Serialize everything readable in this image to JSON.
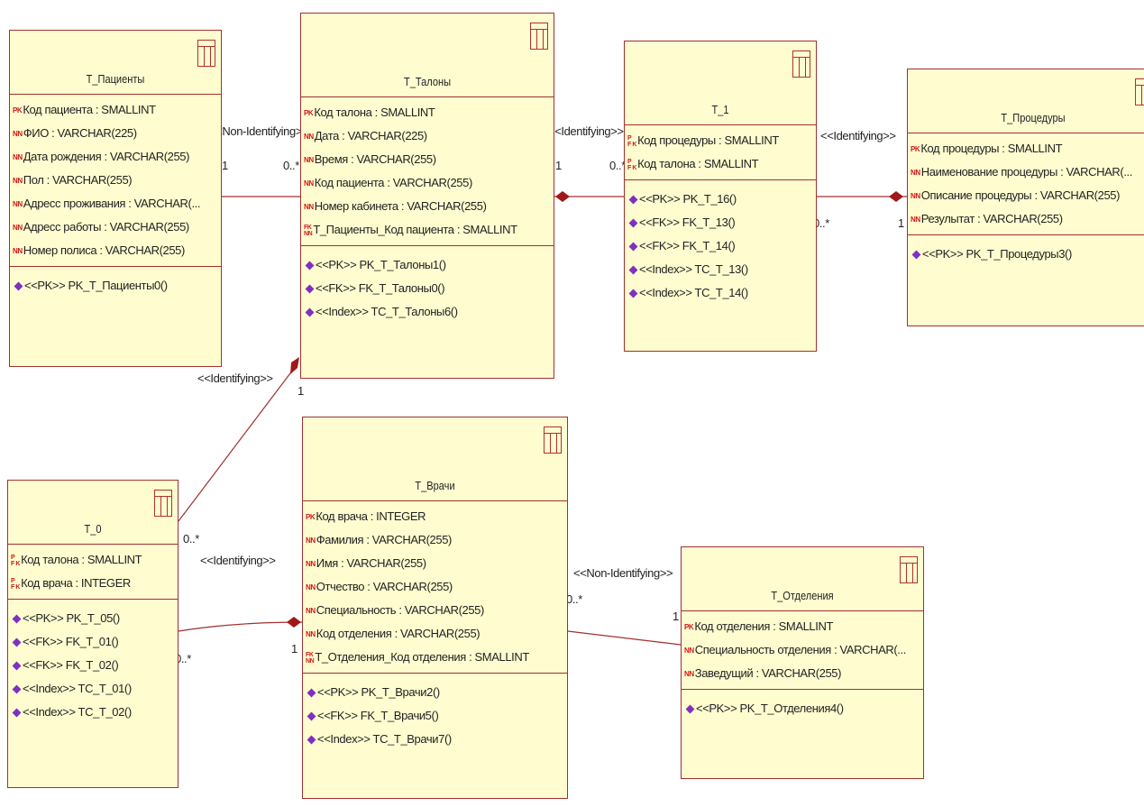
{
  "tables": {
    "patients": {
      "name": "T_Пациенты",
      "columns": [
        {
          "key": "PK",
          "text": "Код пациента : SMALLINT"
        },
        {
          "key": "NN",
          "text": "ФИО : VARCHAR(225)"
        },
        {
          "key": "NN",
          "text": "Дата рождения : VARCHAR(255)"
        },
        {
          "key": "NN",
          "text": "Пол : VARCHAR(255)"
        },
        {
          "key": "NN",
          "text": "Адресс проживания : VARCHAR(..."
        },
        {
          "key": "NN",
          "text": "Адресс работы : VARCHAR(255)"
        },
        {
          "key": "NN",
          "text": "Номер полиса : VARCHAR(255)"
        }
      ],
      "ops": [
        "<<PK>> PK_T_Пациенты0()"
      ]
    },
    "tickets": {
      "name": "T_Талоны",
      "columns": [
        {
          "key": "PK",
          "text": "Код талона : SMALLINT"
        },
        {
          "key": "NN",
          "text": "Дата : VARCHAR(225)"
        },
        {
          "key": "NN",
          "text": "Время : VARCHAR(255)"
        },
        {
          "key": "NN",
          "text": "Код пациента : VARCHAR(255)"
        },
        {
          "key": "NN",
          "text": "Номер кабинета : VARCHAR(255)"
        },
        {
          "key": "FKNN",
          "text": "T_Пациенты_Код пациента : SMALLINT"
        }
      ],
      "ops": [
        "<<PK>> PK_T_Талоны1()",
        "<<FK>> FK_T_Талоны0()",
        "<<Index>> TC_T_Талоны6()"
      ]
    },
    "t1": {
      "name": "T_1",
      "columns": [
        {
          "key": "PFK",
          "text": "Код процедуры : SMALLINT"
        },
        {
          "key": "PFK",
          "text": "Код талона : SMALLINT"
        }
      ],
      "ops": [
        "<<PK>> PK_T_16()",
        "<<FK>> FK_T_13()",
        "<<FK>> FK_T_14()",
        "<<Index>> TC_T_13()",
        "<<Index>> TC_T_14()"
      ]
    },
    "procedures": {
      "name": "T_Процедуры",
      "columns": [
        {
          "key": "PK",
          "text": "Код процедуры : SMALLINT"
        },
        {
          "key": "NN",
          "text": "Наименование процедуры : VARCHAR(..."
        },
        {
          "key": "NN",
          "text": "Описание процедуры : VARCHAR(255)"
        },
        {
          "key": "NN",
          "text": "Резулытат : VARCHAR(255)"
        }
      ],
      "ops": [
        "<<PK>> PK_T_Процедуры3()"
      ]
    },
    "t0": {
      "name": "T_0",
      "columns": [
        {
          "key": "PFK",
          "text": "Код талона : SMALLINT"
        },
        {
          "key": "PFK",
          "text": "Код врача : INTEGER"
        }
      ],
      "ops": [
        "<<PK>> PK_T_05()",
        "<<FK>> FK_T_01()",
        "<<FK>> FK_T_02()",
        "<<Index>> TC_T_01()",
        "<<Index>> TC_T_02()"
      ]
    },
    "doctors": {
      "name": "T_Врачи",
      "columns": [
        {
          "key": "PK",
          "text": "Код врача : INTEGER"
        },
        {
          "key": "NN",
          "text": "Фамилия : VARCHAR(255)"
        },
        {
          "key": "NN",
          "text": "Имя : VARCHAR(255)"
        },
        {
          "key": "NN",
          "text": "Отчество : VARCHAR(255)"
        },
        {
          "key": "NN",
          "text": "Специальность : VARCHAR(255)"
        },
        {
          "key": "NN",
          "text": "Код отделения : VARCHAR(255)"
        },
        {
          "key": "FKNN",
          "text": "T_Отделения_Код отделения : SMALLINT"
        }
      ],
      "ops": [
        "<<PK>> PK_T_Врачи2()",
        "<<FK>> FK_T_Врачи5()",
        "<<Index>> TC_T_Врачи7()"
      ]
    },
    "departments": {
      "name": "T_Отделения",
      "columns": [
        {
          "key": "PK",
          "text": "Код отделения : SMALLINT"
        },
        {
          "key": "NN",
          "text": "Специальность отделения : VARCHAR(..."
        },
        {
          "key": "NN",
          "text": "Заведущий : VARCHAR(255)"
        }
      ],
      "ops": [
        "<<PK>> PK_T_Отделения4()"
      ]
    }
  },
  "relations": {
    "patients_tickets": {
      "stereotype": "<<Non-Identifying>>",
      "from_mult": "1",
      "to_mult": "0..*"
    },
    "tickets_t1": {
      "stereotype": "<<Identifying>>",
      "from_mult": "1",
      "to_mult": "0..*"
    },
    "t1_procedures": {
      "stereotype": "<<Identifying>>",
      "from_mult": "0..*",
      "to_mult": "1"
    },
    "t0_tickets": {
      "stereotype": "<<Identifying>>",
      "from_mult": "0..*",
      "to_mult": "1"
    },
    "t0_doctors": {
      "stereotype": "<<Identifying>>",
      "from_mult": "0..*",
      "to_mult": "1"
    },
    "doctors_departments": {
      "stereotype": "<<Non-Identifying>>",
      "from_mult": "0..*",
      "to_mult": "1"
    }
  },
  "colors": {
    "fill": "#fffdd0",
    "border": "#a03030",
    "key_badge": "#d01818",
    "op_icon": "#8030c0"
  }
}
